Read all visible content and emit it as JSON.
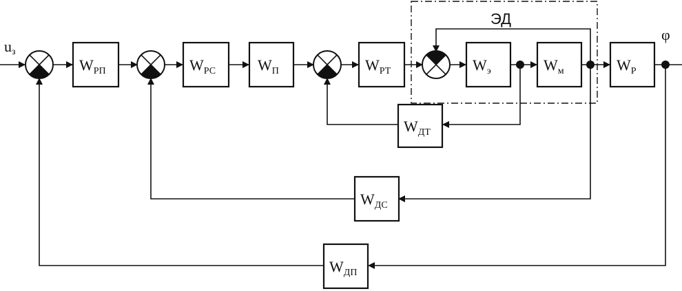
{
  "diagram": {
    "input_signal": {
      "main": "u",
      "sub": "з"
    },
    "output_signal": "φ",
    "motor_group_label": "ЭД",
    "blocks": [
      {
        "id": "rp",
        "main": "W",
        "sub": "РП"
      },
      {
        "id": "rs",
        "main": "W",
        "sub": "РС"
      },
      {
        "id": "p",
        "main": "W",
        "sub": "П"
      },
      {
        "id": "rt",
        "main": "W",
        "sub": "РТ"
      },
      {
        "id": "e",
        "main": "W",
        "sub": "э"
      },
      {
        "id": "m",
        "main": "W",
        "sub": "м"
      },
      {
        "id": "r",
        "main": "W",
        "sub": "Р"
      },
      {
        "id": "dt",
        "main": "W",
        "sub": "ДТ"
      },
      {
        "id": "ds",
        "main": "W",
        "sub": "ДС"
      },
      {
        "id": "dp",
        "main": "W",
        "sub": "ДП"
      }
    ]
  }
}
